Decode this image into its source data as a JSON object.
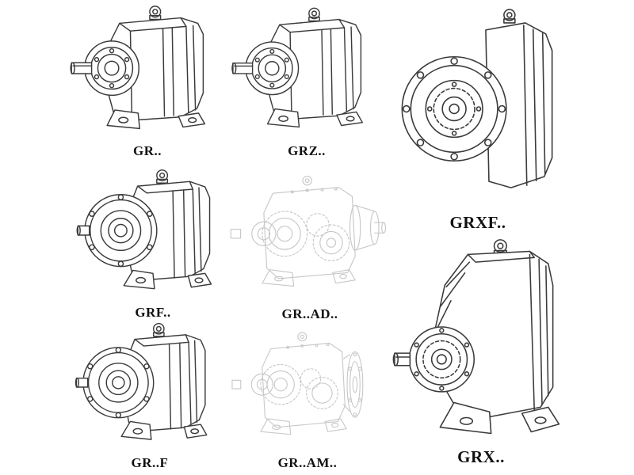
{
  "page": {
    "background": "#ffffff"
  },
  "colors": {
    "line": "#3b3b3b",
    "ghost": "#c7c7c7",
    "label": "#111111"
  },
  "figures": [
    {
      "label": "GR..",
      "type": "helical-gear-unit-foot-mounted"
    },
    {
      "label": "GRZ..",
      "type": "helical-gear-unit-flange-foot-mounted"
    },
    {
      "label": "GRXF..",
      "type": "helical-gear-unit-large-flange-front-view"
    },
    {
      "label": "GRF..",
      "type": "helical-gear-unit-flange-mounted"
    },
    {
      "label": "GR..AD..",
      "type": "helical-gear-unit-input-adapter-phantom-view"
    },
    {
      "label": "GR..F",
      "type": "helical-gear-unit-foot-flange-mounted"
    },
    {
      "label": "GR..AM..",
      "type": "helical-gear-unit-motor-adapter-phantom-view"
    },
    {
      "label": "GRX..",
      "type": "helical-gear-unit-large-foot-mounted"
    }
  ]
}
